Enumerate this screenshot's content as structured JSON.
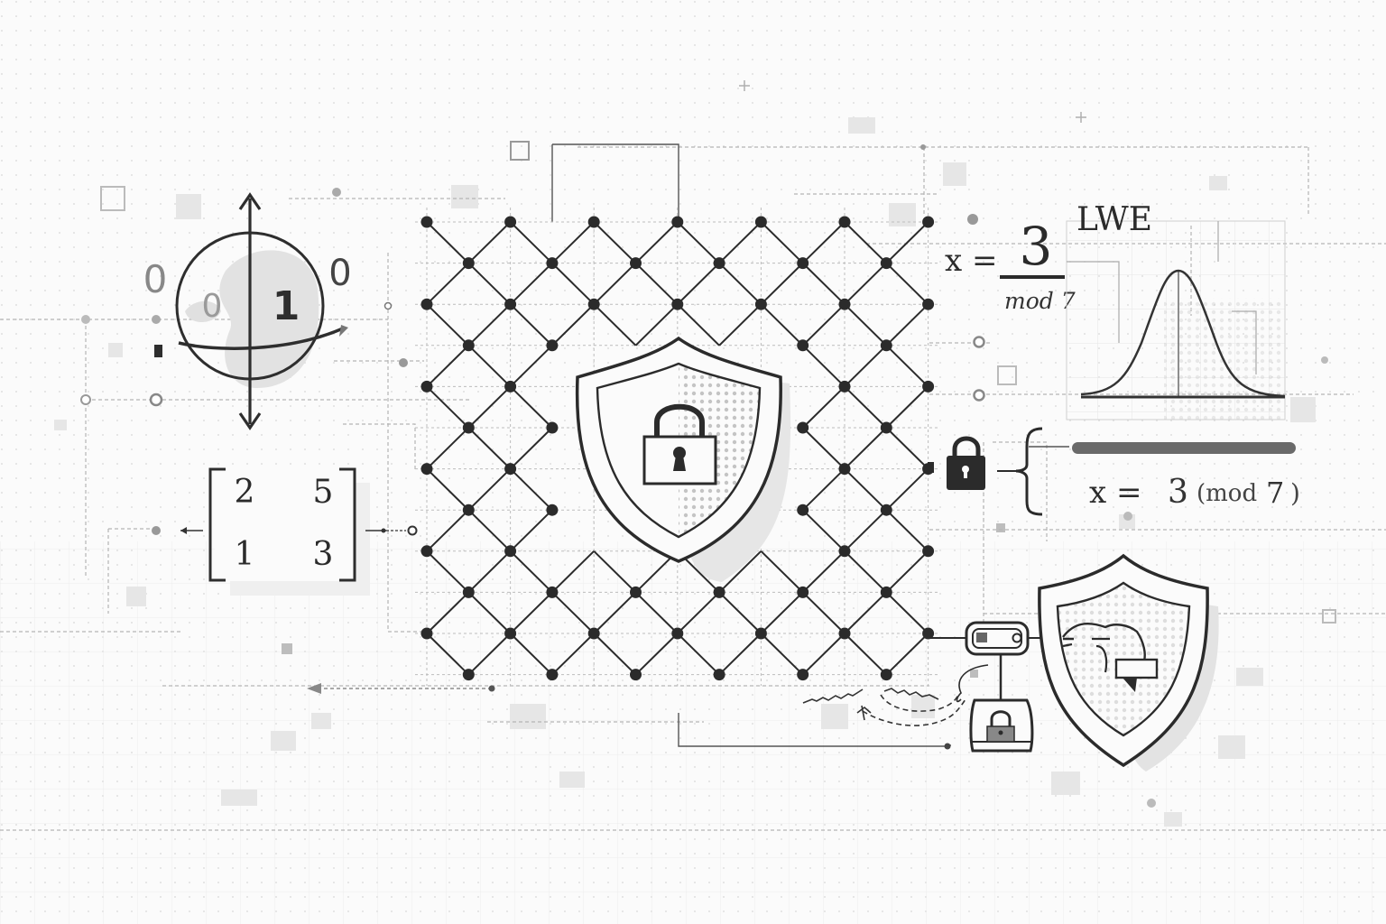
{
  "qubit": {
    "label_left_outer": "0",
    "label_left_inner": "0",
    "label_center": "1",
    "label_right_outer": "0"
  },
  "matrix": {
    "cells": [
      [
        "2",
        "5"
      ],
      [
        "1",
        "3"
      ]
    ]
  },
  "equation_top": {
    "lhs": "x =",
    "value": "3",
    "modulus": "mod 7"
  },
  "lwe_chart": {
    "title": "LWE"
  },
  "equation_bottom": {
    "text_x": "x =",
    "value": "3",
    "mod_text": "(mod",
    "modulus": "7",
    "close": ")"
  },
  "colors": {
    "ink": "#2b2b2b",
    "grid": "#c8c8c8",
    "shadow": "#e4e4e4",
    "background": "#fbfbfb"
  },
  "icons": [
    "shield-lock-icon",
    "padlock-icon",
    "shield-key-icon",
    "device-icon",
    "qubit-sphere-icon",
    "gaussian-curve-icon"
  ]
}
